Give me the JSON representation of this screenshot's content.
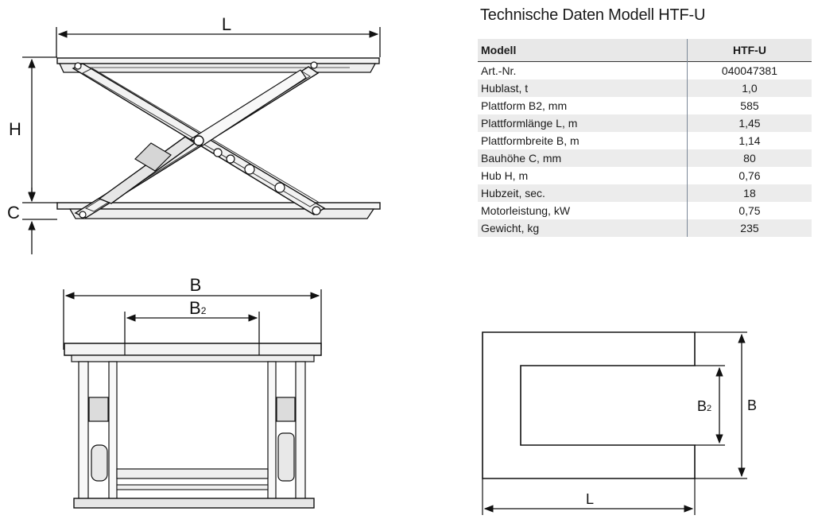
{
  "title": "Technische Daten Modell HTF-U",
  "table": {
    "header": [
      "Modell",
      "HTF-U"
    ],
    "rows": [
      [
        "Art.-Nr.",
        "040047381"
      ],
      [
        "Hublast, t",
        "1,0"
      ],
      [
        "Plattform B2, mm",
        "585"
      ],
      [
        "Plattformlänge L, m",
        "1,45"
      ],
      [
        "Plattformbreite B, m",
        "1,14"
      ],
      [
        "Bauhöhe C, mm",
        "80"
      ],
      [
        "Hub H, m",
        "0,76"
      ],
      [
        "Hubzeit, sec.",
        "18"
      ],
      [
        "Motorleistung, kW",
        "0,75"
      ],
      [
        "Gewicht, kg",
        "235"
      ]
    ]
  },
  "dimensions": {
    "side": {
      "L": "L",
      "H": "H",
      "C": "C"
    },
    "front": {
      "B": "B",
      "B2_main": "B",
      "B2_sub": "2"
    },
    "top": {
      "B": "B",
      "B2_main": "B",
      "B2_sub": "2",
      "L": "L"
    }
  }
}
